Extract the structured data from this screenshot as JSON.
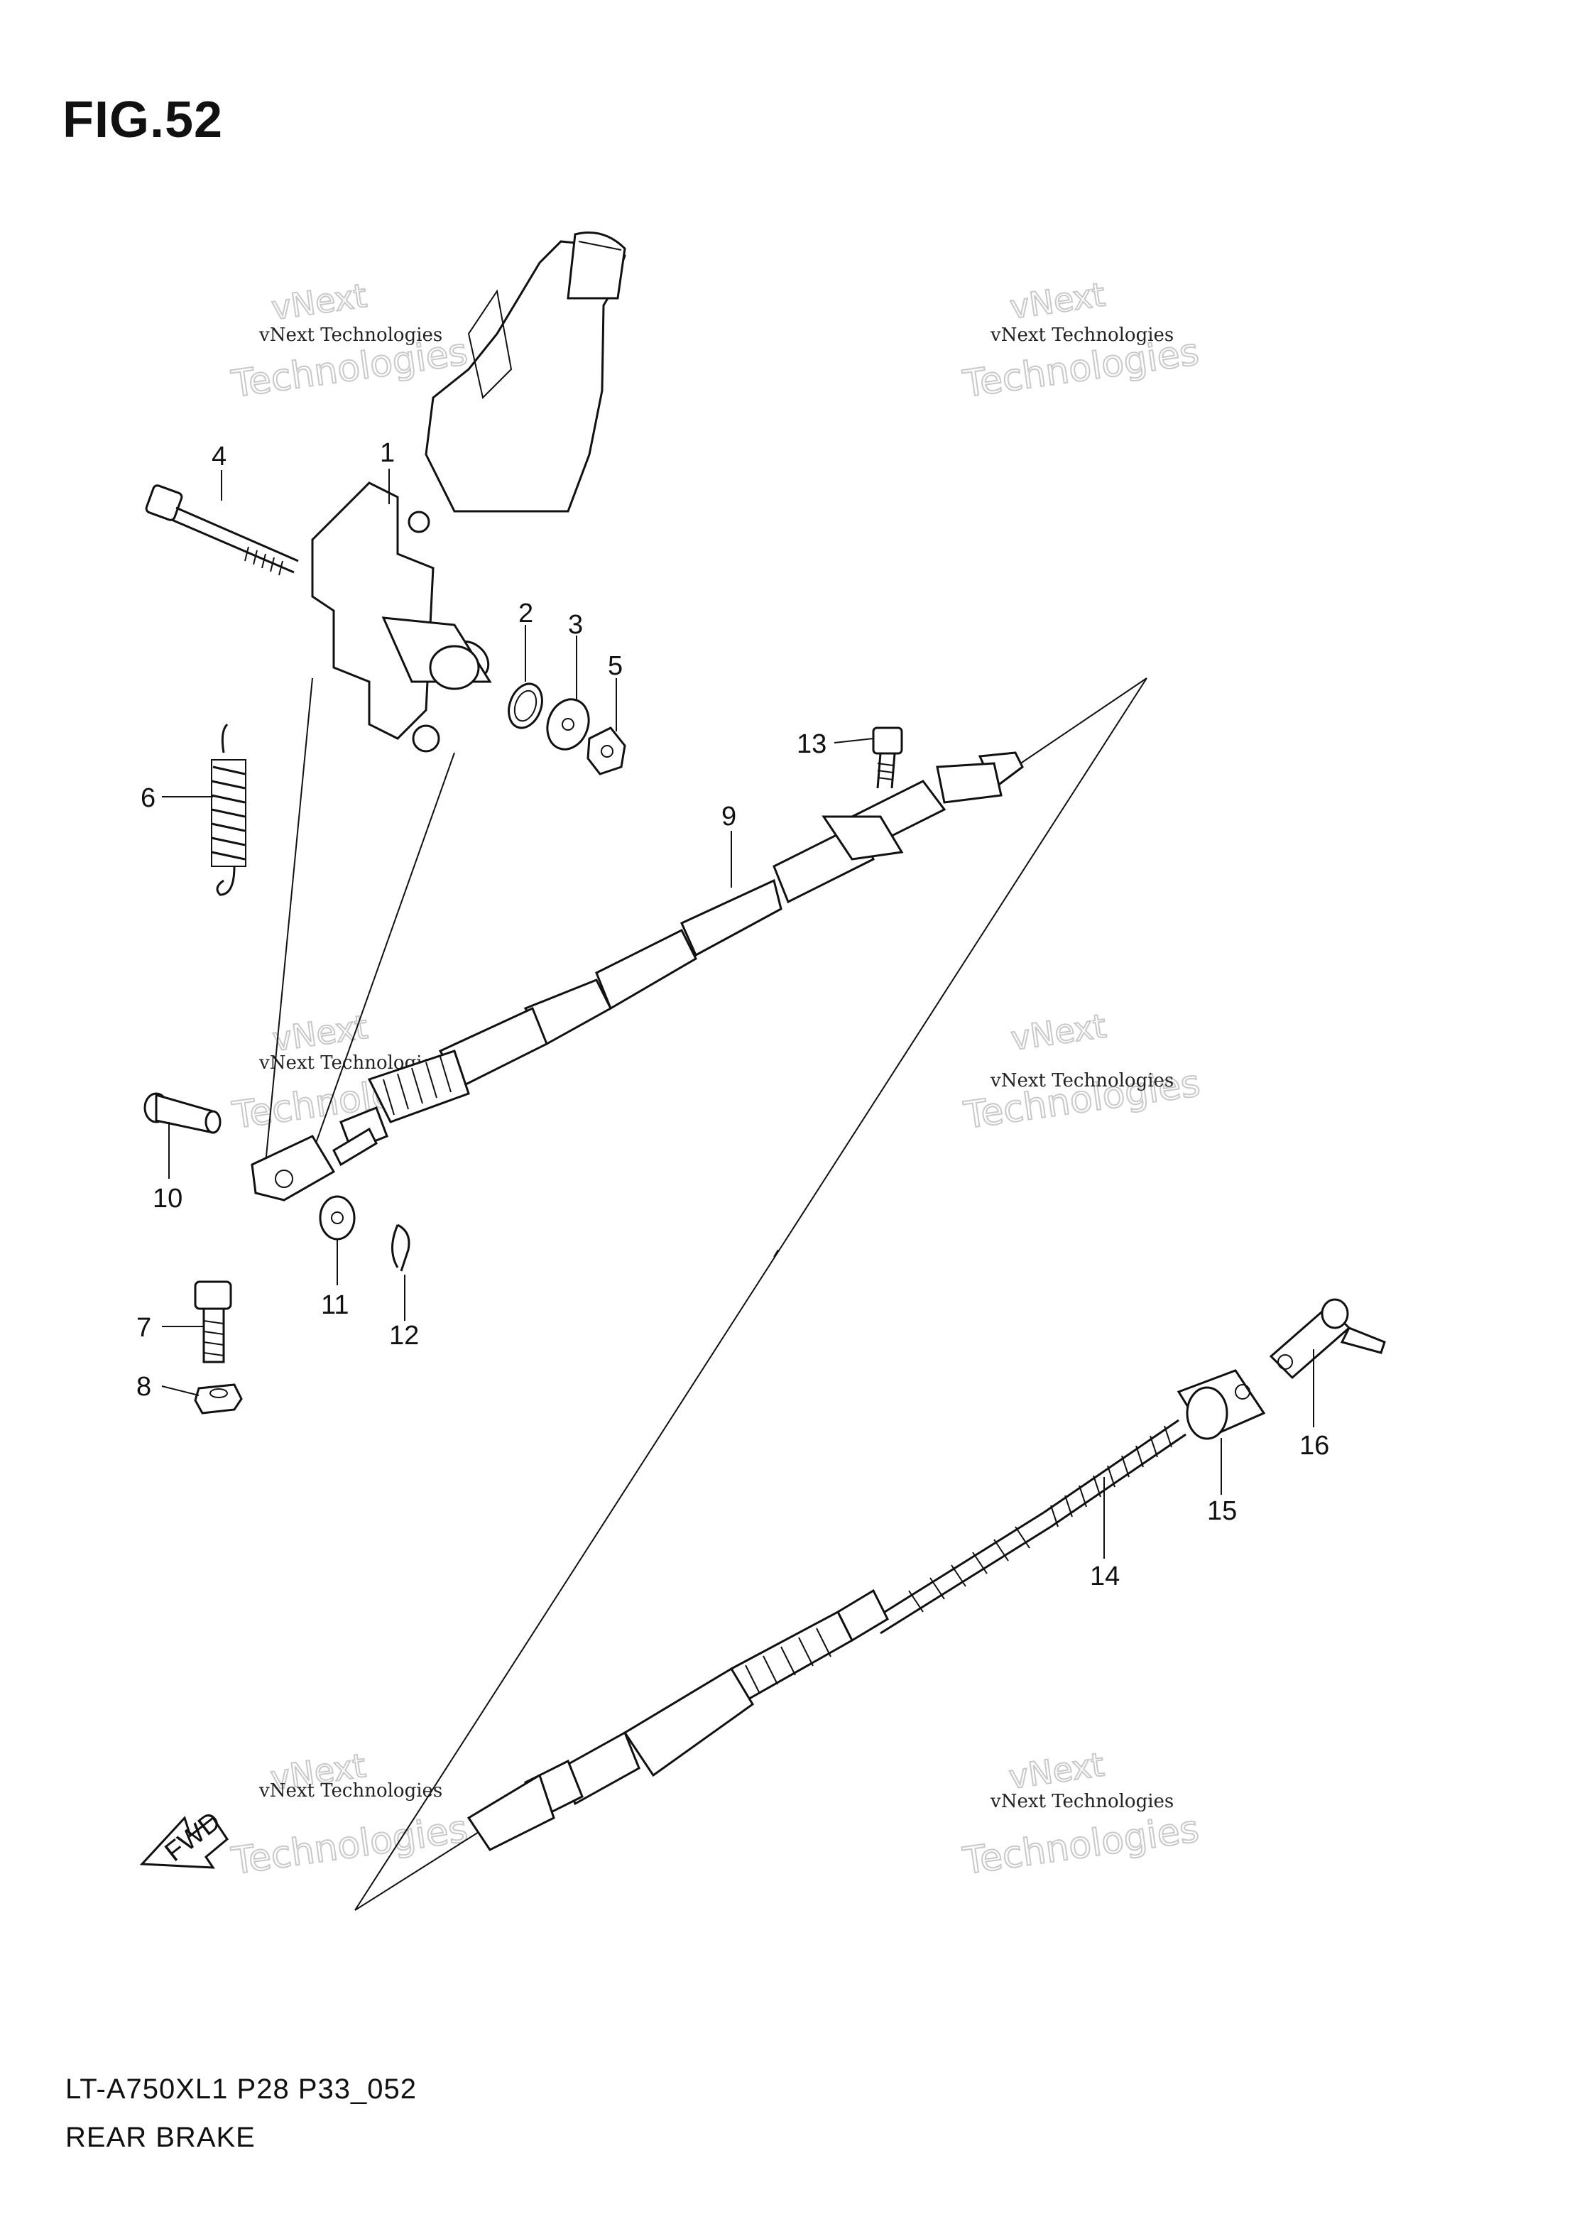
{
  "figure": {
    "title": "FIG.52"
  },
  "footer": {
    "model_code": "LT-A750XL1  P28  P33_052",
    "section_name": "REAR BRAKE"
  },
  "watermark": {
    "line1": "vNext Technologies",
    "line2": "vNext",
    "line3": "Technologies"
  },
  "fwd_label": "FWD",
  "callouts": [
    "1",
    "2",
    "3",
    "4",
    "5",
    "6",
    "7",
    "8",
    "9",
    "10",
    "11",
    "12",
    "13",
    "14",
    "15",
    "16"
  ]
}
